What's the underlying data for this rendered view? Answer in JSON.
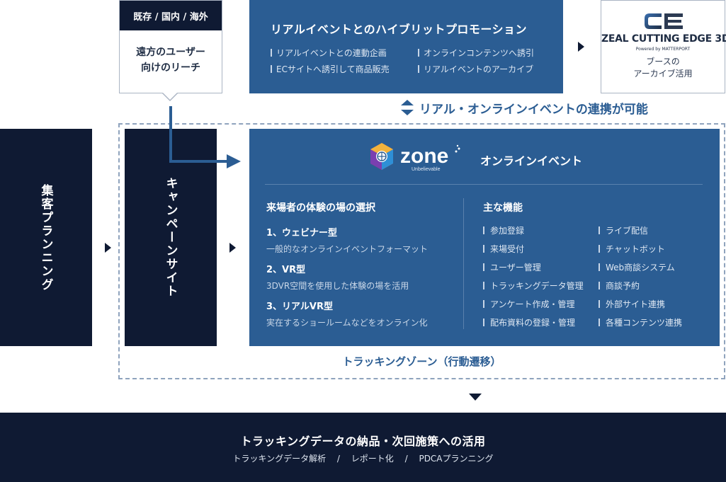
{
  "reach": {
    "header": "既存 / 国内 / 海外",
    "line1": "遠方のユーザー",
    "line2": "向けのリーチ"
  },
  "hybrid": {
    "title": "リアルイベントとのハイブリットプロモーション",
    "items": [
      "リアルイベントとの連動企画",
      "オンラインコンテンツへ誘引",
      "ECサイトへ誘引して商品販売",
      "リアルイベントのアーカイブ"
    ]
  },
  "zeal": {
    "logo_text": "CE",
    "name": "ZEAL CUTTING EDGE 3D",
    "powered": "Powered by MATTERPORT",
    "caption_line1": "ブースの",
    "caption_line2": "アーカイブ活用"
  },
  "link_note": "リアル・オンラインイベントの連携が可能",
  "left_columns": {
    "shuukyaku": "集客プランニング",
    "campaign": "キャンペーンサイト"
  },
  "zone": {
    "logo_word": "zone",
    "logo_tagline": "Unbelievable",
    "subtitle": "オンラインイベント",
    "experience_heading": "来場者の体験の場の選択",
    "experiences": [
      {
        "title": "1、ウェビナー型",
        "desc": "一般的なオンラインイベントフォーマット"
      },
      {
        "title": "2、VR型",
        "desc": "3DVR空間を使用した体験の場を活用"
      },
      {
        "title": "3、リアルVR型",
        "desc": "実在するショールームなどをオンライン化"
      }
    ],
    "features_heading": "主な機能",
    "features_left": [
      "参加登録",
      "来場受付",
      "ユーザー管理",
      "トラッキングデータ管理",
      "アンケート作成・管理",
      "配布資料の登録・管理"
    ],
    "features_right": [
      "ライブ配信",
      "チャットボット",
      "Web商談システム",
      "商談予約",
      "外部サイト連携",
      "各種コンテンツ連携"
    ]
  },
  "tracking_zone_label": "トラッキングゾーン（行動遷移）",
  "bottom": {
    "title": "トラッキングデータの納品・次回施策への活用",
    "sub": "トラッキングデータ解析　 /　 レポート化　 /　 PDCAプランニング"
  },
  "colors": {
    "navy": "#0f1a33",
    "blue": "#2b5d93",
    "border": "#aab4c3"
  }
}
